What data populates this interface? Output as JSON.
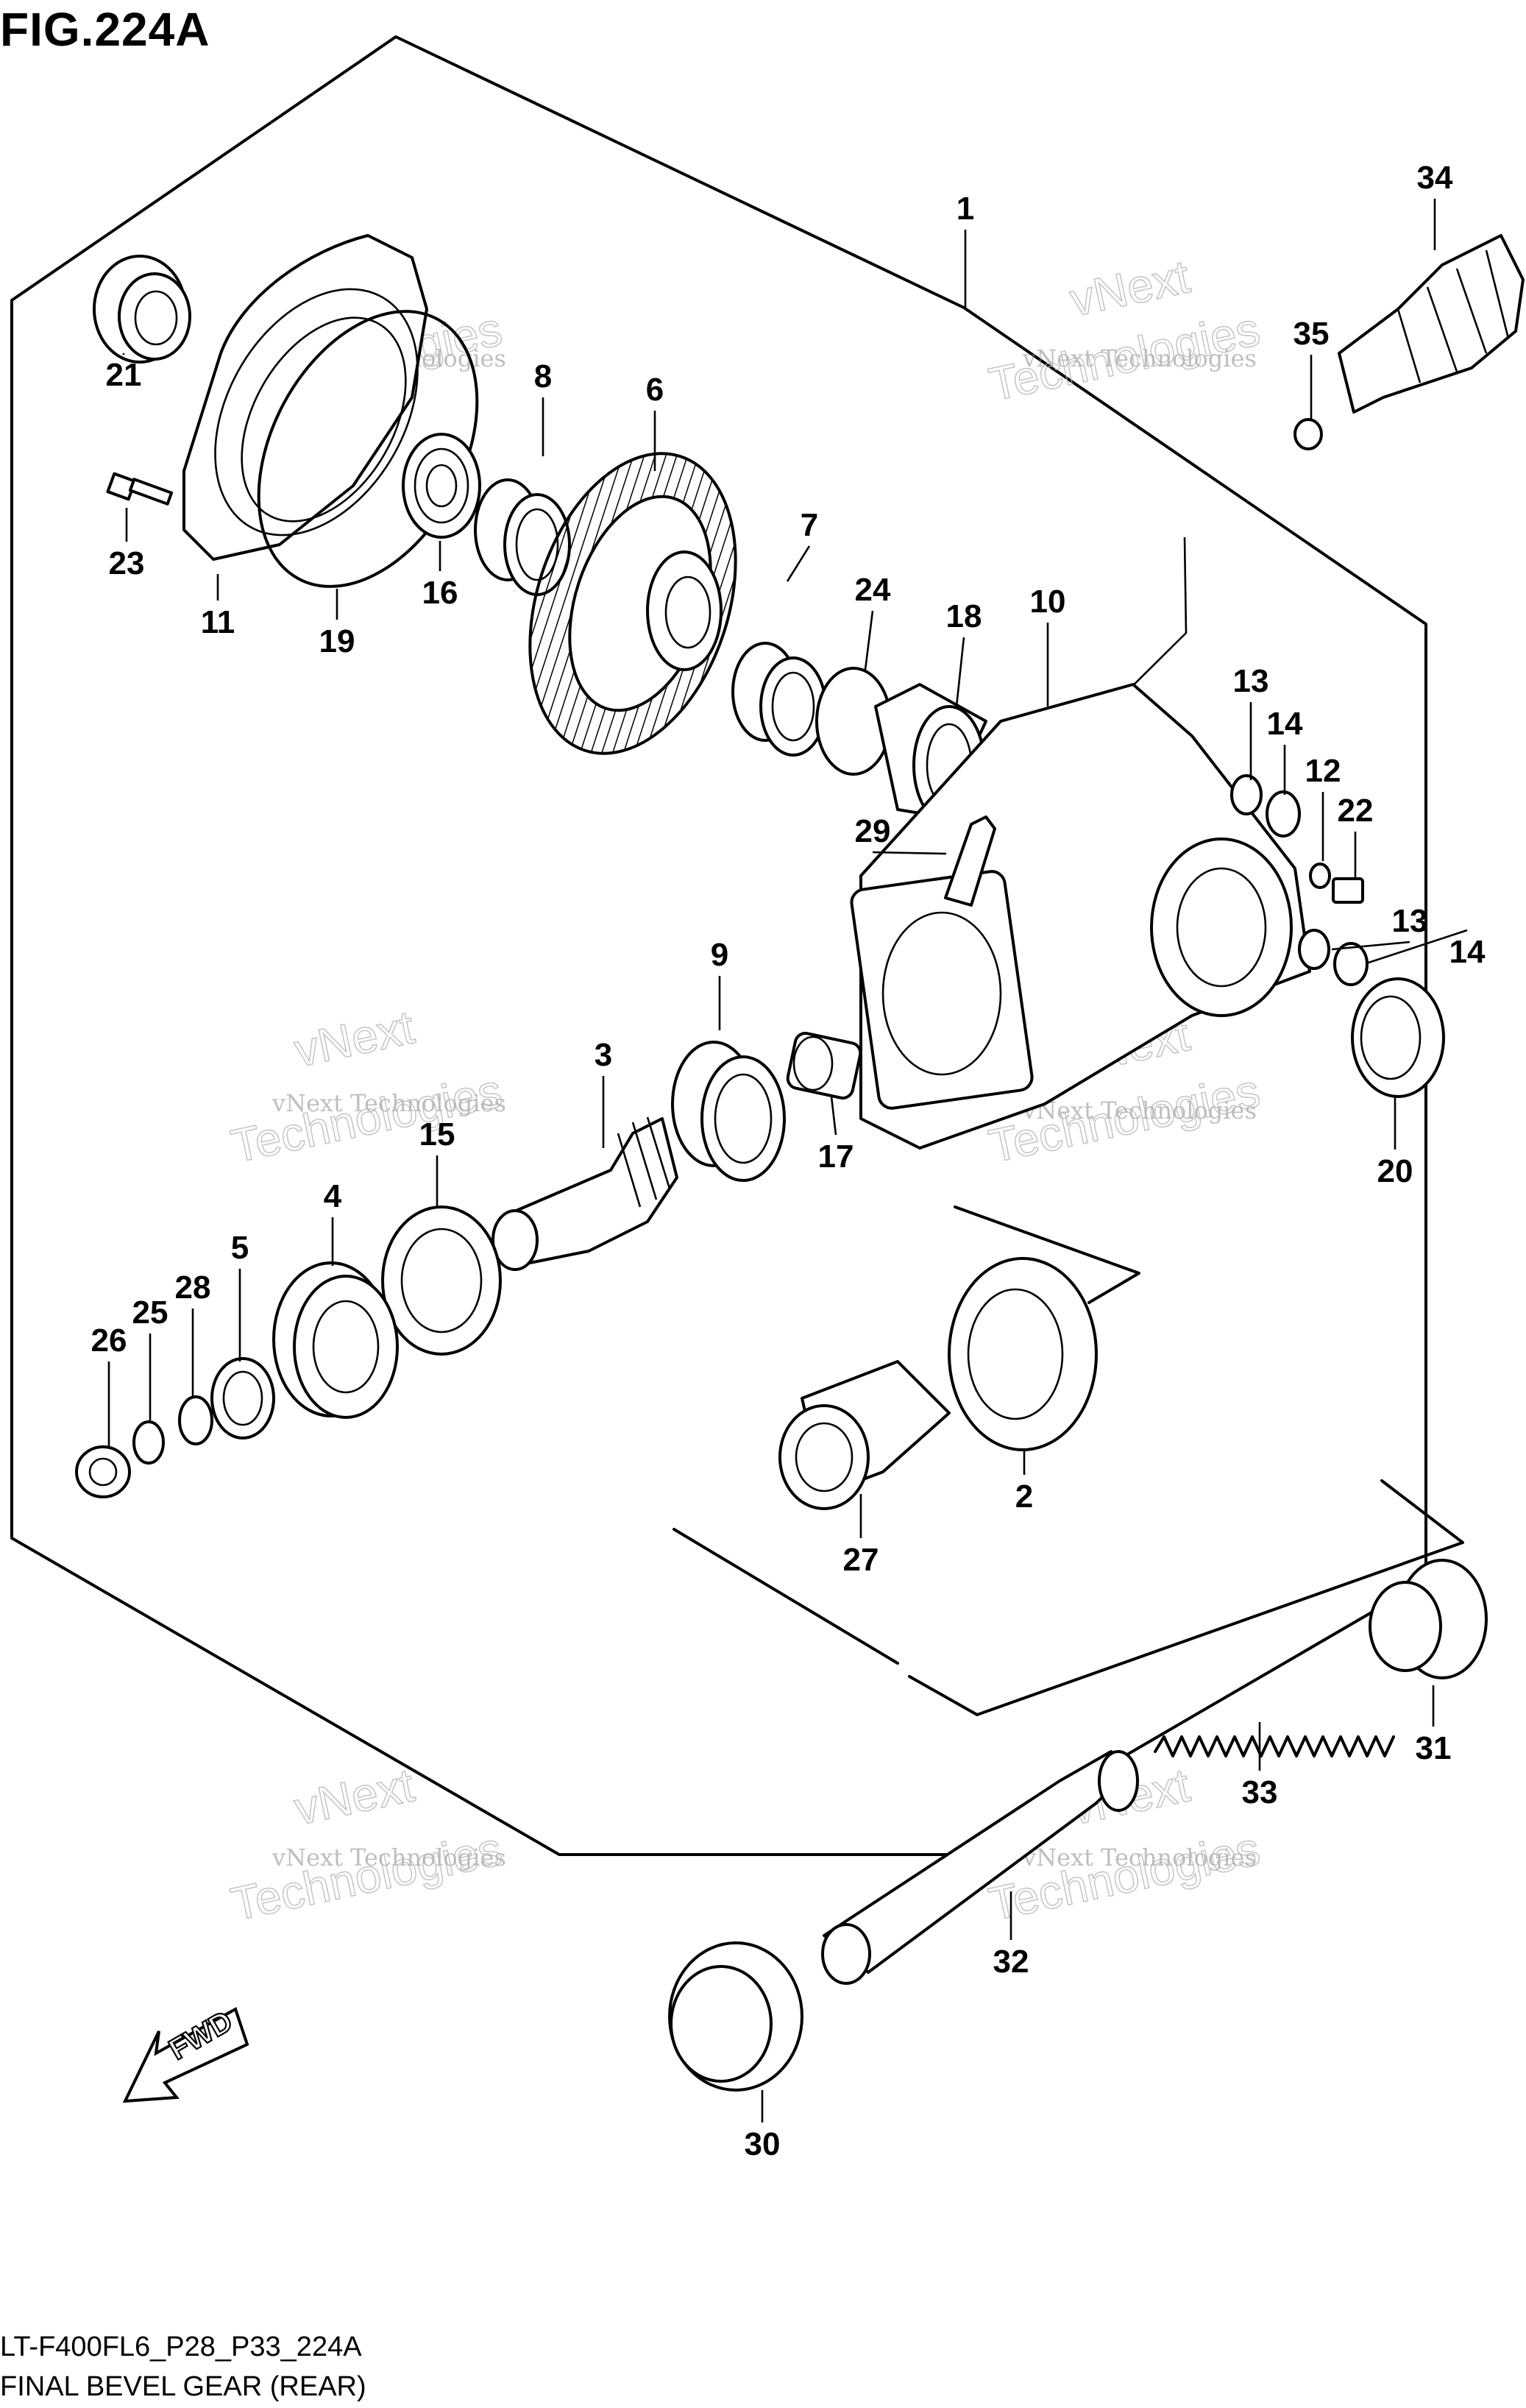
{
  "figure": {
    "title": "FIG.224A",
    "model_code": "LT-F400FL6_P28_P33_224A",
    "caption": "FINAL BEVEL GEAR (REAR)"
  },
  "watermark": {
    "small_text": "vNext Technologies",
    "large_line1": "vNext",
    "large_line2": "Technologies"
  },
  "fwd_arrow": {
    "label": "FWD"
  },
  "callouts": [
    "1",
    "2",
    "3",
    "4",
    "5",
    "6",
    "7",
    "8",
    "9",
    "10",
    "11",
    "12",
    "13",
    "13",
    "14",
    "14",
    "15",
    "16",
    "17",
    "18",
    "19",
    "20",
    "21",
    "22",
    "23",
    "24",
    "25",
    "26",
    "27",
    "28",
    "29",
    "30",
    "31",
    "32",
    "33",
    "34",
    "35"
  ]
}
